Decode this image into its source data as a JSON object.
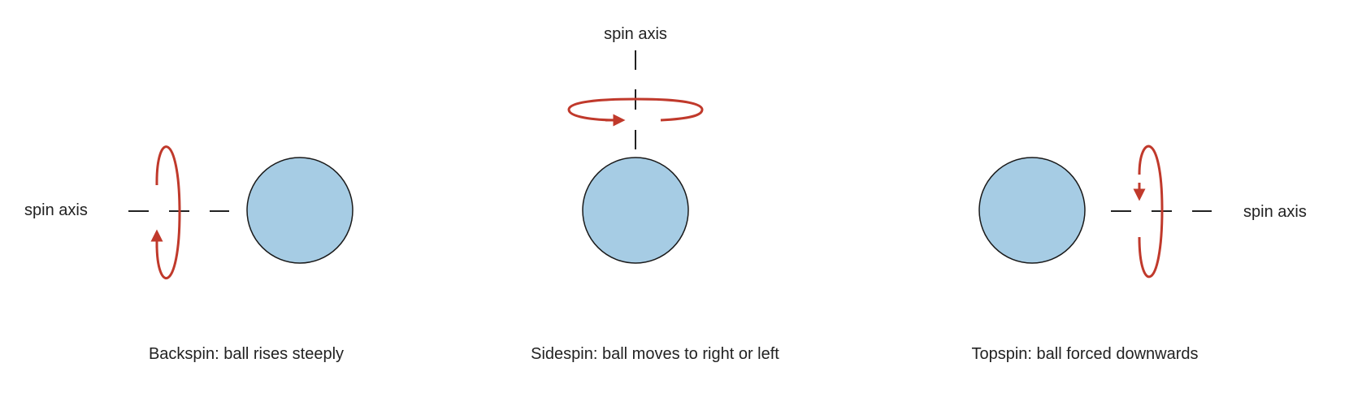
{
  "colors": {
    "ball": "#a6cce4",
    "ball_stroke": "#1a1a1a",
    "spin": "#c0392b",
    "axis": "#222222"
  },
  "panels": [
    {
      "axis_label": "spin axis",
      "caption": "Backspin: ball rises steeply"
    },
    {
      "axis_label": "spin axis",
      "caption": "Sidespin: ball moves to right or left"
    },
    {
      "axis_label": "spin axis",
      "caption": "Topspin: ball forced downwards"
    }
  ]
}
